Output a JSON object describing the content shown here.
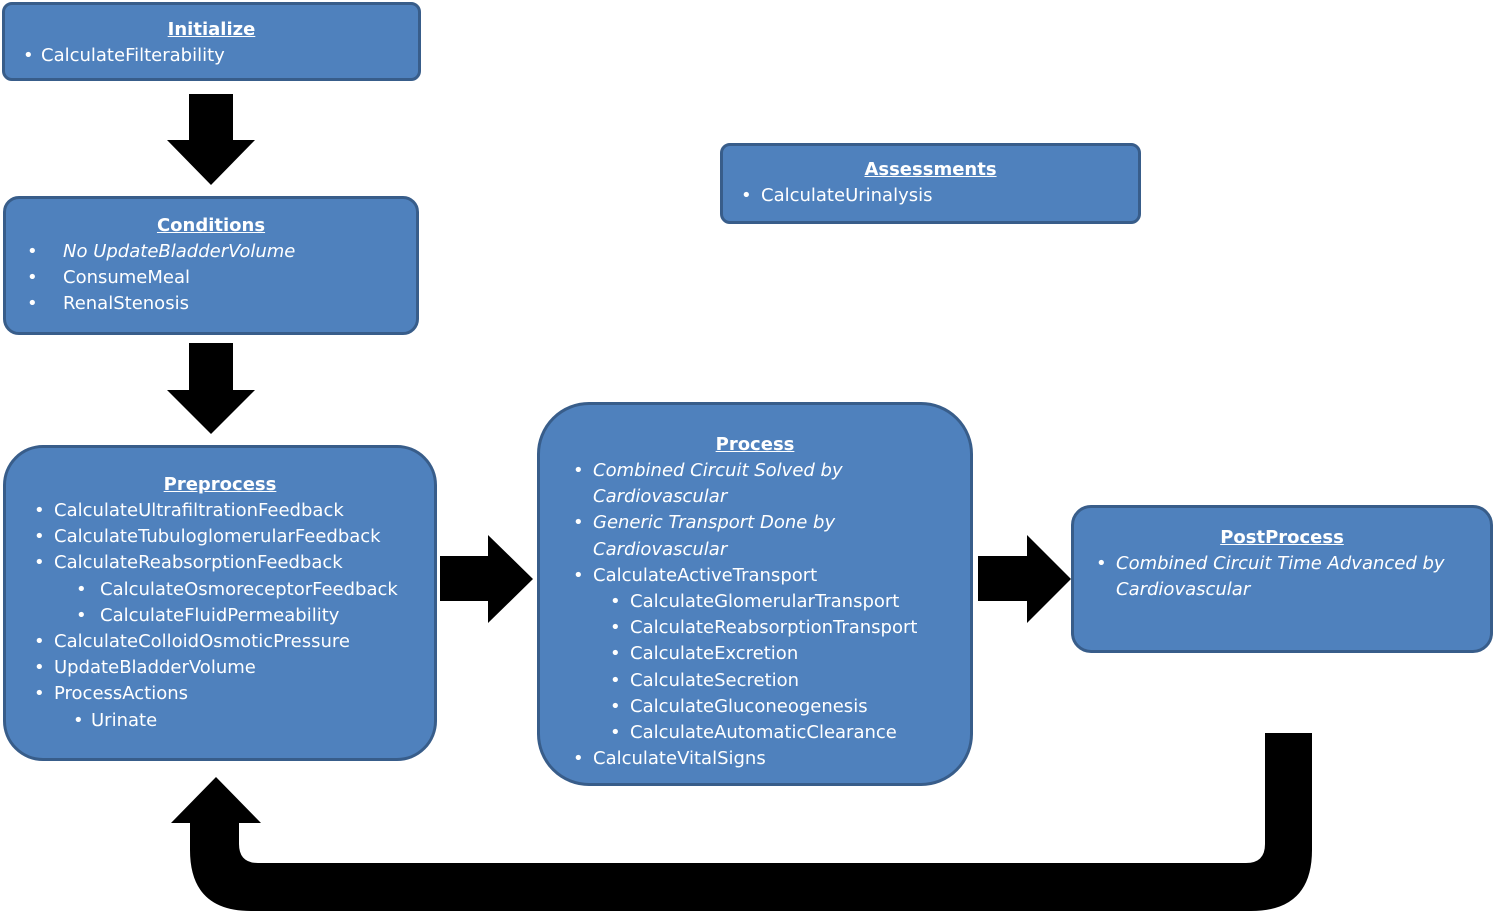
{
  "initialize": {
    "title": "Initialize",
    "items": [
      "CalculateFilterability"
    ]
  },
  "conditions": {
    "title": "Conditions",
    "items": [
      {
        "text": "No UpdateBladderVolume",
        "italic": true
      },
      {
        "text": "ConsumeMeal",
        "italic": false
      },
      {
        "text": "RenalStenosis",
        "italic": false
      }
    ]
  },
  "assessments": {
    "title": "Assessments",
    "items": [
      "CalculateUrinalysis"
    ]
  },
  "preprocess": {
    "title": "Preprocess",
    "items": [
      {
        "text": "CalculateUltrafiltrationFeedback",
        "level": 0
      },
      {
        "text": "CalculateTubuloglomerularFeedback",
        "level": 0
      },
      {
        "text": "CalculateReabsorptionFeedback",
        "level": 0
      },
      {
        "text": "CalculateOsmoreceptorFeedback",
        "level": 1
      },
      {
        "text": "CalculateFluidPermeability",
        "level": 1
      },
      {
        "text": "CalculateColloidOsmoticPressure",
        "level": 0
      },
      {
        "text": "UpdateBladderVolume",
        "level": 0
      },
      {
        "text": "ProcessActions",
        "level": 0
      },
      {
        "text": "Urinate",
        "level": 1
      }
    ]
  },
  "process": {
    "title": "Process",
    "items": [
      {
        "text": "Combined Circuit Solved by Cardiovascular",
        "level": 0,
        "italic": true
      },
      {
        "text": "Generic Transport Done by Cardiovascular",
        "level": 0,
        "italic": true
      },
      {
        "text": "CalculateActiveTransport",
        "level": 0,
        "italic": false
      },
      {
        "text": "CalculateGlomerularTransport",
        "level": 1,
        "italic": false
      },
      {
        "text": "CalculateReabsorptionTransport",
        "level": 1,
        "italic": false
      },
      {
        "text": "CalculateExcretion",
        "level": 1,
        "italic": false
      },
      {
        "text": "CalculateSecretion",
        "level": 1,
        "italic": false
      },
      {
        "text": "CalculateGluconeogenesis",
        "level": 1,
        "italic": false
      },
      {
        "text": "CalculateAutomaticClearance",
        "level": 1,
        "italic": false
      },
      {
        "text": "CalculateVitalSigns",
        "level": 0,
        "italic": false
      }
    ]
  },
  "postprocess": {
    "title": "PostProcess",
    "items": [
      {
        "text": "Combined Circuit Time Advanced by Cardiovascular",
        "italic": true
      }
    ]
  },
  "colors": {
    "box_fill": "#4f81bd",
    "box_border": "#385d8a",
    "text": "#ffffff",
    "arrow": "#000000"
  }
}
